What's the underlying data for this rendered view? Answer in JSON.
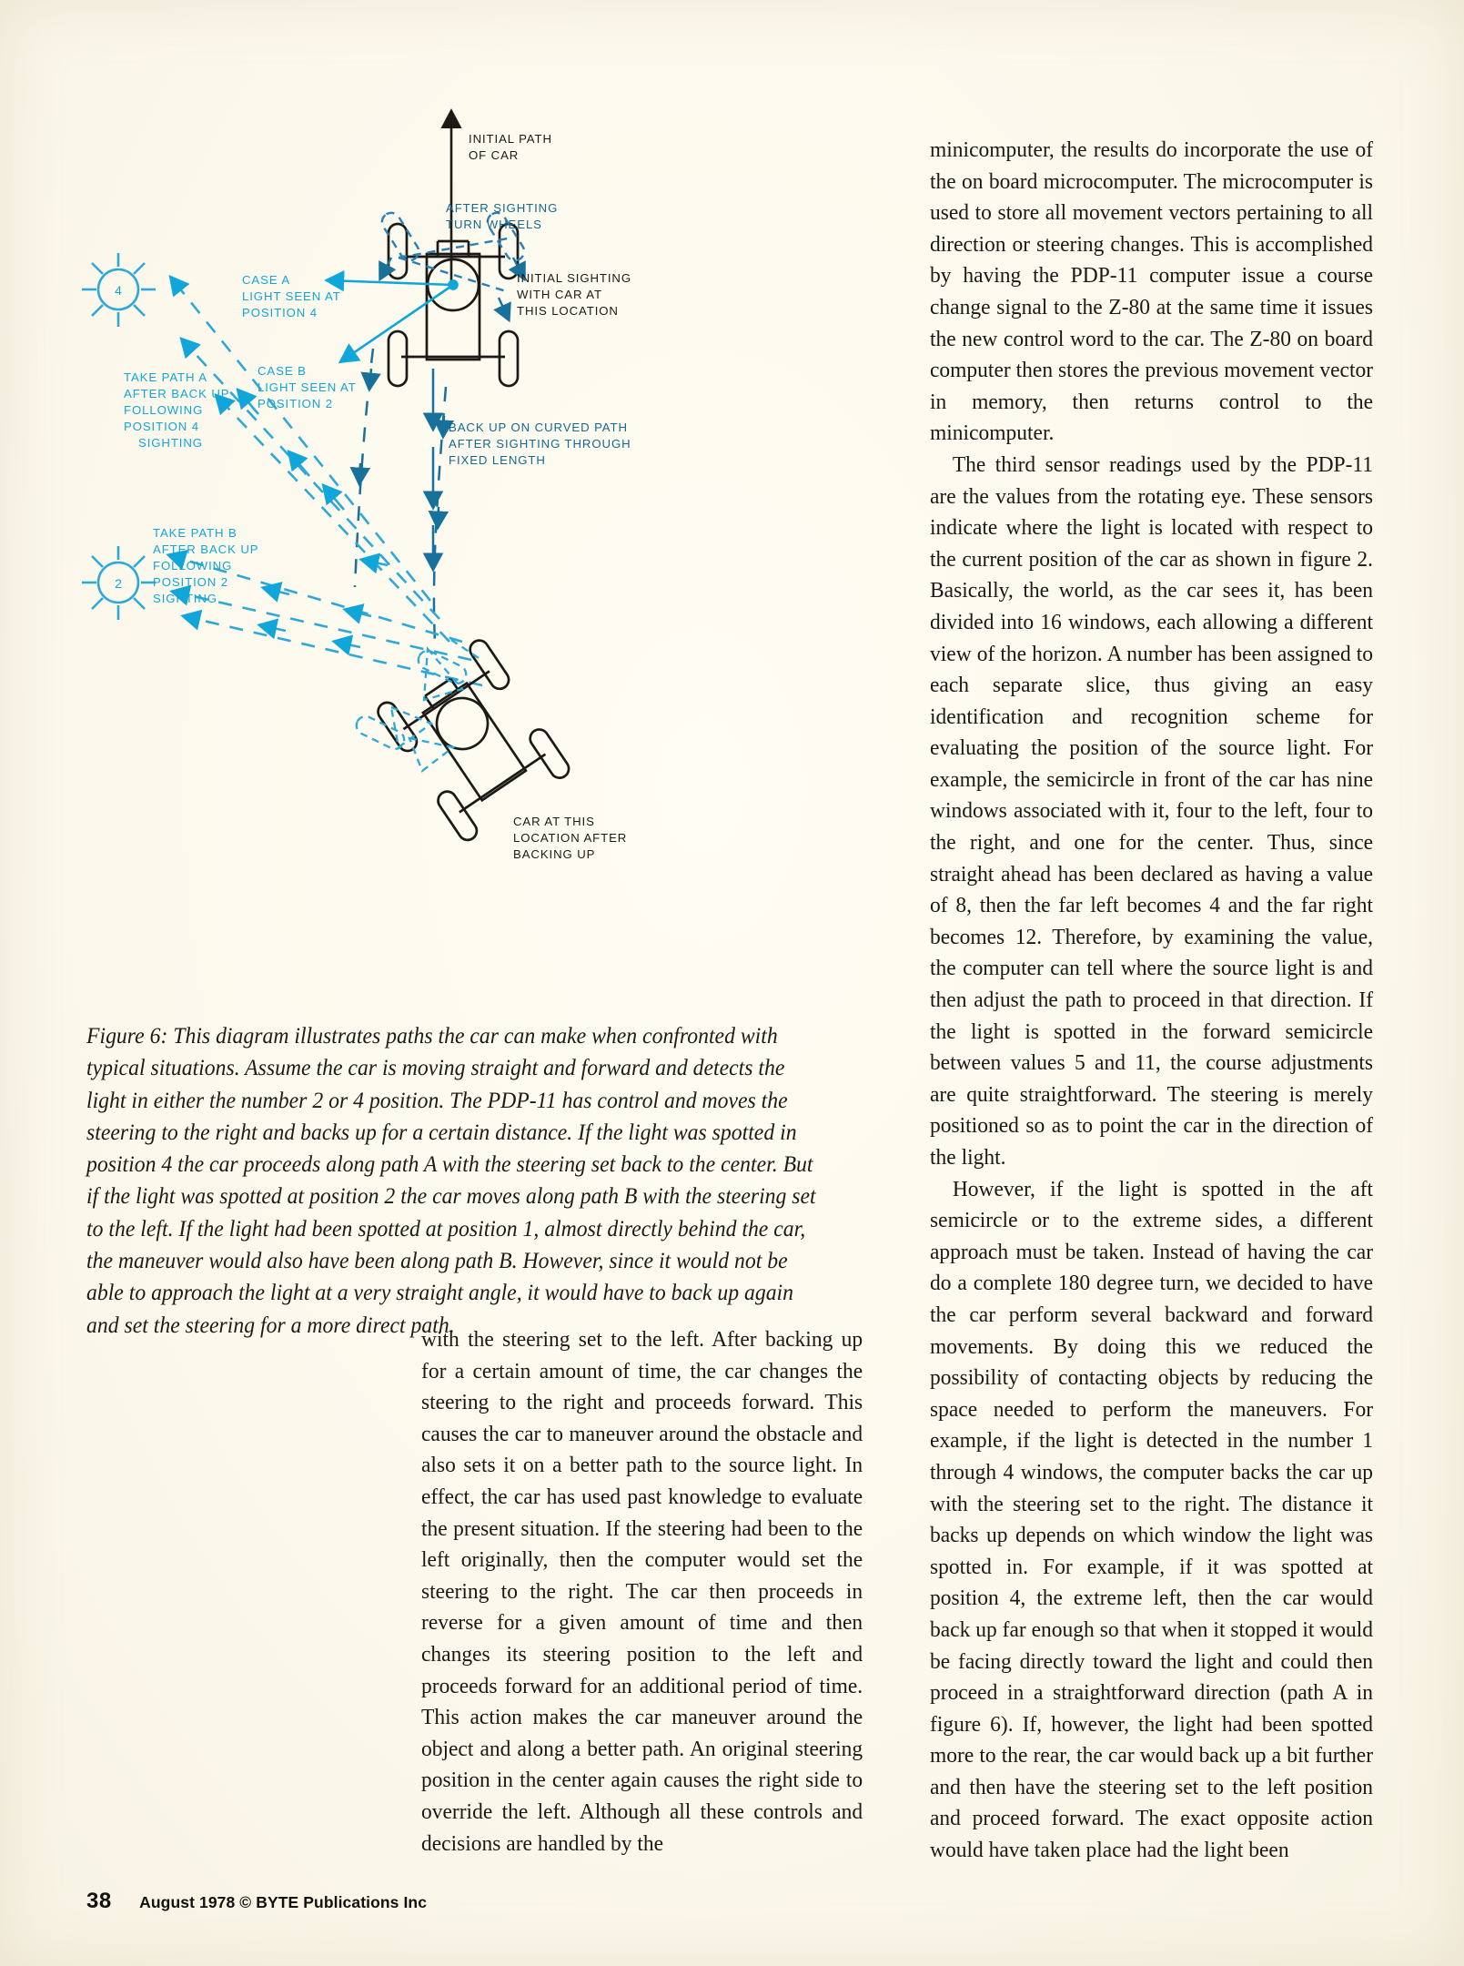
{
  "page": {
    "number": "38",
    "imprint": "August 1978 © BYTE Publications Inc",
    "paper_color": "#fdfaef",
    "ink_black": "#1c1a16",
    "ink_cyan": "#11a6da"
  },
  "figure": {
    "name": "figure-6-car-paths-diagram",
    "labels": {
      "initial_path": "INITIAL PATH\nOF CAR",
      "initial_path_l1": "INITIAL PATH",
      "initial_path_l2": "OF CAR",
      "after_sighting_l1": "AFTER SIGHTING",
      "after_sighting_l2": "TURN WHEELS",
      "initial_sighting_l1": "INITIAL SIGHTING",
      "initial_sighting_l2": "WITH CAR AT",
      "initial_sighting_l3": "THIS LOCATION",
      "case_a_l1": "CASE A",
      "case_a_l2": "LIGHT SEEN AT",
      "case_a_l3": "POSITION 4",
      "case_b_l1": "CASE B",
      "case_b_l2": "LIGHT SEEN AT",
      "case_b_l3": "POSITION 2",
      "back_up_l1": "BACK UP ON CURVED PATH",
      "back_up_l2": "AFTER SIGHTING THROUGH",
      "back_up_l3": "FIXED LENGTH",
      "path_a_l1": "TAKE PATH A",
      "path_a_l2": "AFTER BACK UP",
      "path_a_l3": "FOLLOWING",
      "path_a_l4": "POSITION 4",
      "path_a_l5": "SIGHTING",
      "path_b_l1": "TAKE PATH B",
      "path_b_l2": "AFTER BACK UP",
      "path_b_l3": "FOLLOWING",
      "path_b_l4": "POSITION 2",
      "path_b_l5": "SIGHTING",
      "car_after_l1": "CAR AT THIS",
      "car_after_l2": "LOCATION AFTER",
      "car_after_l3": "BACKING UP",
      "light_4": "4",
      "light_2": "2"
    }
  },
  "caption": {
    "text": "Figure 6: This diagram illustrates paths the car can make when confronted with typical situations. Assume the car is moving straight and forward and detects the light in either the number 2 or 4 position. The PDP-11 has control and moves the steering to the right and backs up for a certain distance. If the light was spotted in position 4 the car proceeds along path A with the steering set back to the center. But if the light was spotted at position 2 the car moves along path B with the steering set to the left. If the light had been spotted at position 1, almost directly behind the car, the maneuver would also have been along path B. However, since it would not be able to approach the light at a very straight angle, it would have to back up again and set the steering for a more direct path."
  },
  "body": {
    "middle_column": [
      "with the steering set to the left. After backing up for a certain amount of time, the car changes the steering to the right and proceeds forward. This causes the car to maneuver around the obstacle and also sets it on a better path to the source light. In effect, the car has used past knowledge to evaluate the present situation. If the steering had been to the left originally, then the computer would set the steering to the right. The car then proceeds in reverse for a given amount of time and then changes its steering position to the left and proceeds forward for an additional period of time. This action makes the car maneuver around the object and along a better path. An original steering position in the center again causes the right side to override the left. Although all these controls and decisions are handled by the"
    ],
    "right_column": [
      "minicomputer, the results do incorporate the use of the on board microcomputer. The microcomputer is used to store all movement vectors pertaining to all direction or steering changes. This is accomplished by having the PDP-11 computer issue a course change signal to the Z-80 at the same time it issues the new control word to the car. The Z-80 on board computer then stores the previous movement vector in memory, then returns control to the minicomputer.",
      "The third sensor readings used by the PDP-11 are the values from the rotating eye. These sensors indicate where the light is located with respect to the current position of the car as shown in figure 2. Basically, the world, as the car sees it, has been divided into 16 windows, each allowing a different view of the horizon. A number has been assigned to each separate slice, thus giving an easy identification and recognition scheme for evaluating the position of the source light. For example, the semicircle in front of the car has nine windows associated with it, four to the left, four to the right, and one for the center. Thus, since straight ahead has been declared as having a value of 8, then the far left becomes 4 and the far right becomes 12. Therefore, by examining the value, the computer can tell where the source light is and then adjust the path to proceed in that direction. If the light is spotted in the forward semicircle between values 5 and 11, the course adjustments are quite straightforward. The steering is merely positioned so as to point the car in the direction of the light.",
      "However, if the light is spotted in the aft semicircle or to the extreme sides, a different approach must be taken. Instead of having the car do a complete 180 degree turn, we decided to have the car perform several backward and forward movements. By doing this we reduced the possibility of contacting objects by reducing the space needed to perform the maneuvers. For example, if the light is detected in the number 1 through 4 windows, the computer backs the car up with the steering set to the right. The distance it backs up depends on which window the light was spotted in. For example, if it was spotted at position 4, the extreme left, then the car would back up far enough so that when it stopped it would be facing directly toward the light and could then proceed in a straightforward direction (path A in figure 6). If, however, the light had been spotted more to the rear, the car would back up a bit further and then have the steering set to the left position and proceed forward. The exact opposite action would have taken place had the light been"
    ]
  }
}
